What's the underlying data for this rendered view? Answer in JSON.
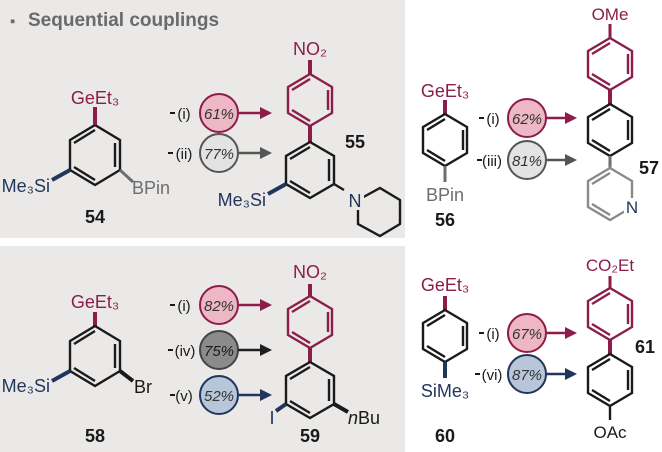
{
  "header": {
    "bullet": "▪",
    "title": "Sequential couplings"
  },
  "colors": {
    "panel_bg": "#eae9e8",
    "germanium": "#8c1d4a",
    "silicon": "#20365b",
    "boron": "#6e6e6e",
    "arrow_dark": "#1f1f1f",
    "pct_text": "#333333",
    "circle_i": "#eeb7c5",
    "circle_ii": "#e3e3e3",
    "circle_iv": "#8b8b8b",
    "circle_v": "#b7c7d9",
    "nitrogen": "#20365b",
    "text": "#1a1a1a"
  },
  "panels": [
    {
      "id": "top-left",
      "start": {
        "label": "54",
        "top_group": "GeEt₃",
        "left_group": "Me₃Si",
        "right_group": "BPin"
      },
      "product": {
        "label": "55",
        "top_group": "NO₂",
        "left_group": "Me₃Si",
        "right_atom": "N"
      },
      "steps": [
        {
          "step": "(i)",
          "yield": "61%",
          "style": "i"
        },
        {
          "step": "(ii)",
          "yield": "77%",
          "style": "ii"
        }
      ]
    },
    {
      "id": "top-right",
      "start": {
        "label": "56",
        "top_group": "GeEt₃",
        "bottom_group": "BPin"
      },
      "product": {
        "label": "57",
        "top_group": "OMe",
        "ring_atom": "N"
      },
      "steps": [
        {
          "step": "(i)",
          "yield": "62%",
          "style": "i"
        },
        {
          "step": "(iii)",
          "yield": "81%",
          "style": "ii"
        }
      ]
    },
    {
      "id": "bottom-left",
      "start": {
        "label": "58",
        "top_group": "GeEt₃",
        "left_group": "Me₃Si",
        "right_group": "Br"
      },
      "product": {
        "label": "59",
        "top_group": "NO₂",
        "left_group": "I",
        "right_group_prefix": "n",
        "right_group": "Bu"
      },
      "steps": [
        {
          "step": "(i)",
          "yield": "82%",
          "style": "i"
        },
        {
          "step": "(iv)",
          "yield": "75%",
          "style": "iv"
        },
        {
          "step": "(v)",
          "yield": "52%",
          "style": "v"
        }
      ]
    },
    {
      "id": "bottom-right",
      "start": {
        "label": "60",
        "top_group": "GeEt₃",
        "bottom_group": "SiMe₃"
      },
      "product": {
        "label": "61",
        "top_group": "CO₂Et",
        "bottom_group": "OAc"
      },
      "steps": [
        {
          "step": "(i)",
          "yield": "67%",
          "style": "i"
        },
        {
          "step": "(vi)",
          "yield": "87%",
          "style": "v"
        }
      ]
    }
  ]
}
